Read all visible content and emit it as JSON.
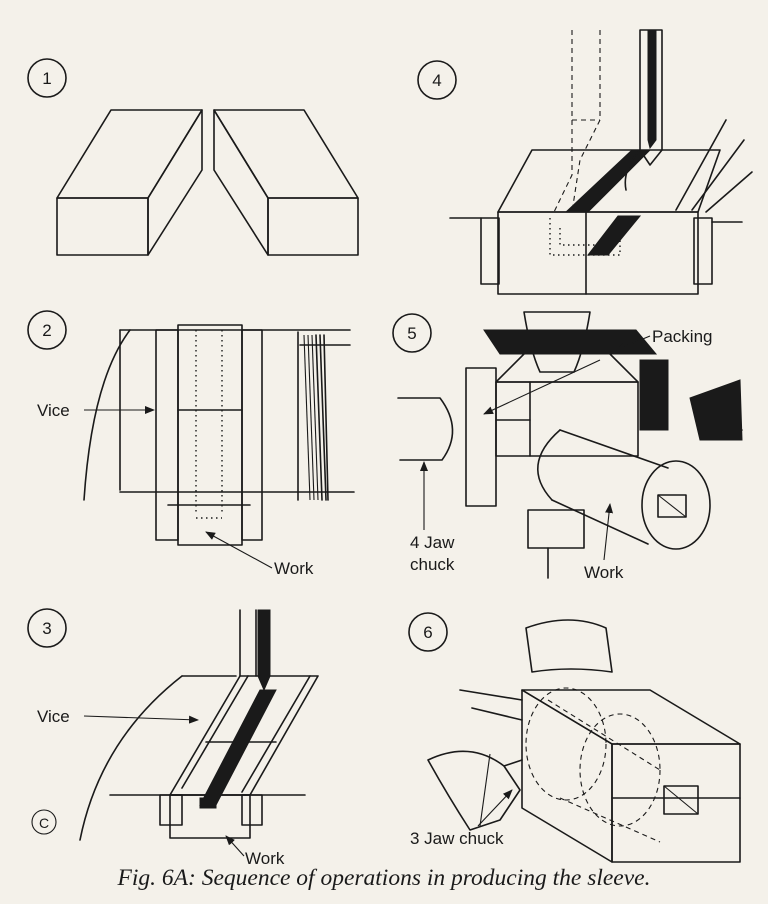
{
  "steps": [
    "1",
    "2",
    "3",
    "4",
    "5",
    "6"
  ],
  "labels": {
    "vice_2": "Vice",
    "work_2": "Work",
    "vice_3": "Vice",
    "work_3": "Work",
    "packing_5": "Packing",
    "chuck4_line1": "4 Jaw",
    "chuck4_line2": "chuck",
    "work_5": "Work",
    "chuck3_6": "3 Jaw chuck"
  },
  "copyright_mark": "C",
  "caption": "Fig. 6A: Sequence of operations in producing the sleeve."
}
